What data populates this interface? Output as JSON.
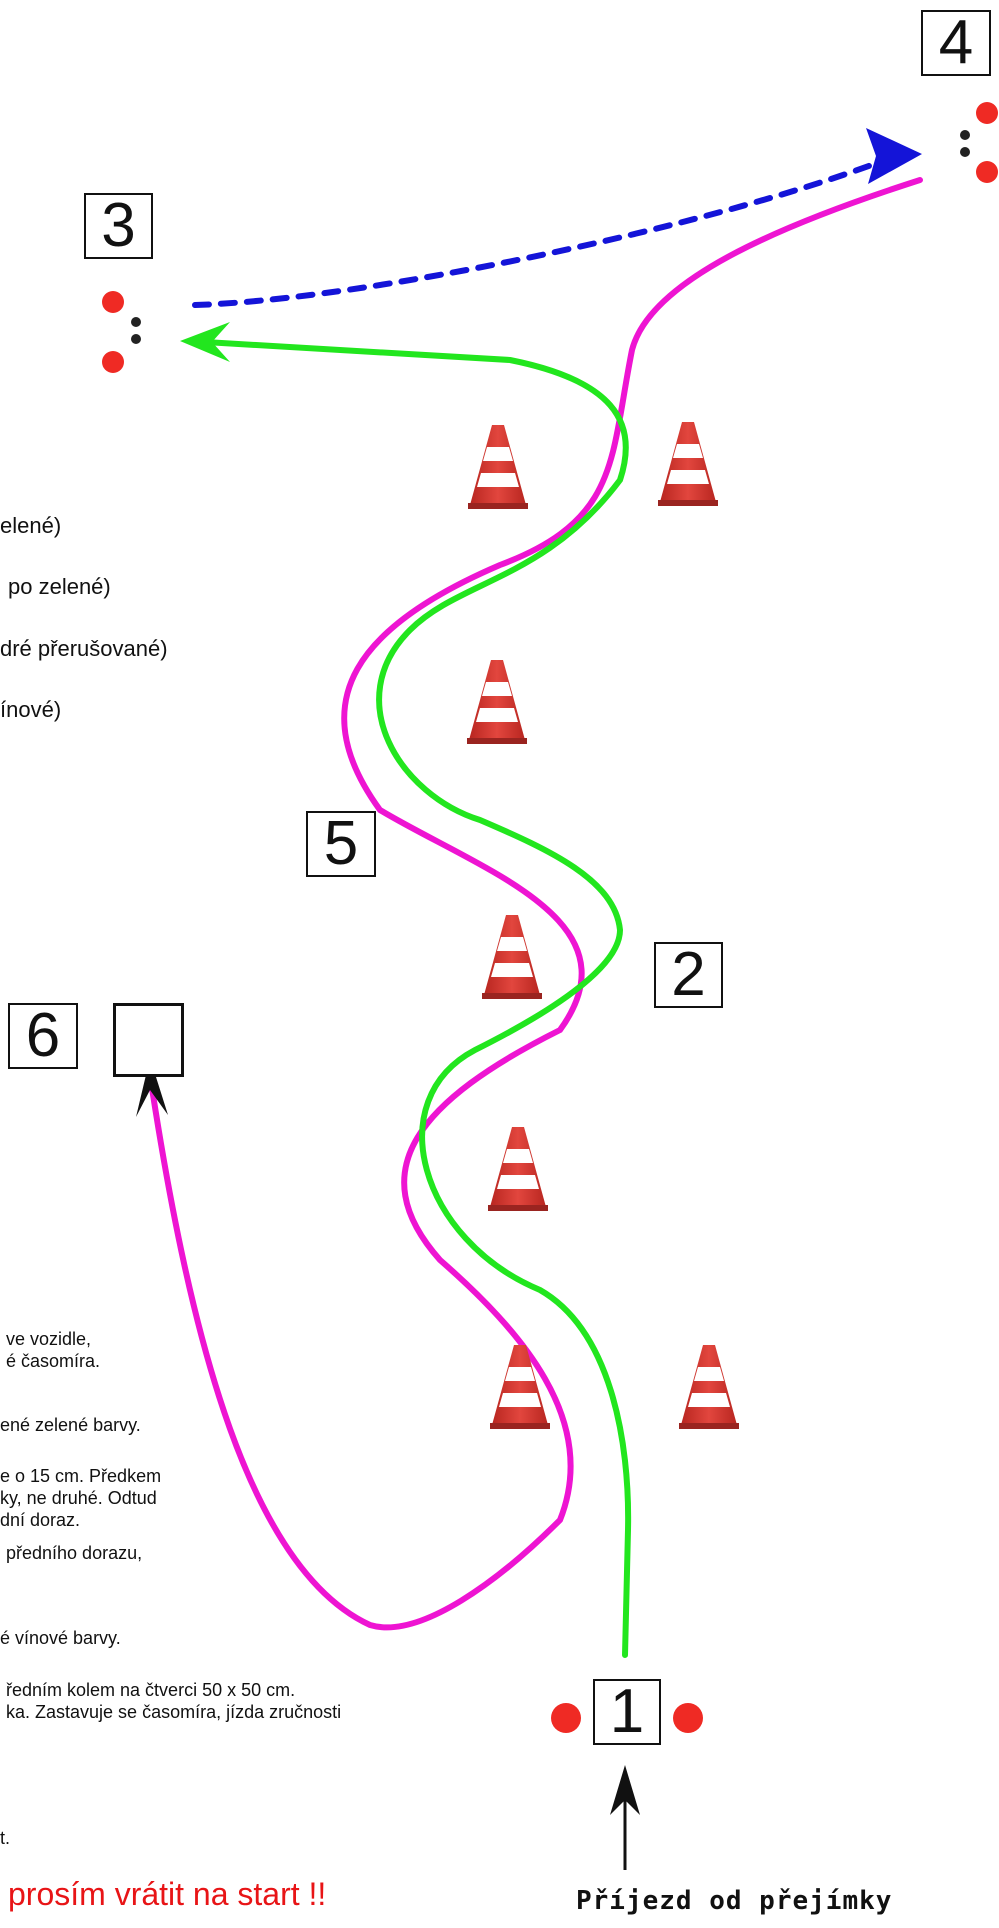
{
  "stations": {
    "s1": "1",
    "s2": "2",
    "s3": "3",
    "s4": "4",
    "s5": "5",
    "s6": "6"
  },
  "legend": [
    "elené)",
    "po zelené)",
    "dré přerušované)",
    "ínové)"
  ],
  "notes": [
    "ve vozidle,\né časomíra.",
    "ené zelené barvy.",
    "e o 15 cm. Předkem\nky, ne druhé. Odtud\ndní doraz.",
    "předního dorazu,",
    "é vínové barvy.",
    "ředním kolem na čtverci 50 x 50 cm.\nka. Zastavuje se časomíra, jízda zručnosti",
    "t."
  ],
  "warning": "prosím vrátit na start !!",
  "arrival": "Příjezd od přejímky",
  "colors": {
    "green_route": "#22e61e",
    "magenta_route": "#ee14d2",
    "blue_dashed_route": "#1414d8",
    "cone_red": "#d9352f",
    "marker_red": "#ef2a24",
    "marker_dark": "#222222",
    "warning_red": "#e81416"
  },
  "icons": {
    "cone": "traffic-cone-icon",
    "start_marker": "red-dot-marker-icon"
  }
}
